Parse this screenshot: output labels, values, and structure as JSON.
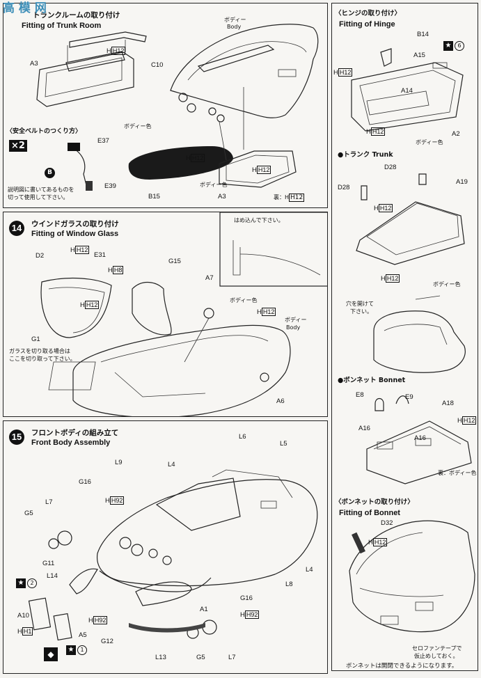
{
  "watermark": "高 模 网",
  "trunk": {
    "title_jp": "トランクルームの取り付け",
    "title_en": "Fitting of Trunk Room",
    "body_jp": "ボディー",
    "body_en": "Body",
    "belt_jp": "〈安全ベルトのつくり方〉",
    "x2": "×2",
    "b": "B",
    "note_jp1": "説明図に書いてあるものを",
    "note_jp2": "切って使用して下さい。",
    "labels": {
      "a3": "A3",
      "c10": "C10",
      "h12a": "H12",
      "e37": "E37",
      "e39": "E39",
      "b15": "B15",
      "h12b": "H12",
      "h12c": "H12",
      "bodycolor1": "ボディー色",
      "bodycolor2": "ボディー色",
      "a3b": "A3",
      "inner": "裏：",
      "h12d": "H12"
    }
  },
  "hinge": {
    "title_jp": "〈ヒンジの取り付け〉",
    "title_en": "Fitting of Hinge",
    "labels": {
      "b14": "B14",
      "a15": "A15",
      "a14": "A14",
      "h12a": "H12",
      "h12b": "H12",
      "a2": "A2",
      "bodycolor": "ボディー色",
      "star": "6"
    }
  },
  "trunkpart": {
    "title": "●トランク Trunk",
    "labels": {
      "d28a": "D28",
      "d28b": "D28",
      "a19": "A19",
      "h12a": "H12",
      "h12b": "H12",
      "bodycolor": "ボディー色"
    },
    "hole1": "穴を開けて",
    "hole2": "下さい。"
  },
  "bonnet": {
    "title": "●ボンネット Bonnet",
    "labels": {
      "e8": "E8",
      "e9": "E9",
      "a18": "A18",
      "a16a": "A16",
      "a16b": "A16",
      "h12": "H12",
      "inner": "裏：ボディー色"
    }
  },
  "window": {
    "step": "14",
    "title_jp": "ウインドガラスの取り付け",
    "title_en": "Fitting of Window Glass",
    "inset_note": "はめ込んで下さい。",
    "labels": {
      "d2": "D2",
      "h12a": "H12",
      "e31": "E31",
      "h8": "H8",
      "g15": "G15",
      "a7": "A7",
      "bodycolor": "ボディー色",
      "h12b": "H12",
      "h12c": "H12",
      "body_jp": "ボディー",
      "body_en": "Body",
      "g1": "G1",
      "a6": "A6"
    },
    "cut1": "ガラスを切り取る場合は",
    "cut2": "ここを切り取って下さい。"
  },
  "front": {
    "step": "15",
    "title_jp": "フロントボディの組み立て",
    "title_en": "Front Body Assembly",
    "labels": {
      "l6": "L6",
      "l5": "L5",
      "l9": "L9",
      "l4a": "L4",
      "l4b": "L4",
      "g16a": "G16",
      "h92a": "H92",
      "l7a": "L7",
      "g5a": "G5",
      "g11": "G11",
      "l14": "L14",
      "l8": "L8",
      "g16b": "G16",
      "h92b": "H92",
      "a1": "A1",
      "a10": "A10",
      "h1": "H1",
      "a5": "A5",
      "h92c": "H92",
      "g12": "G12",
      "l13": "L13",
      "g5b": "G5",
      "l7b": "L7",
      "star2": "2",
      "star1": "1"
    }
  },
  "fitbonnet": {
    "title_jp": "〈ボンネットの取り付け〉",
    "title_en": "Fitting of Bonnet",
    "labels": {
      "d32": "D32",
      "h12": "H12"
    },
    "tape1": "セロファンテープで",
    "tape2": "仮止めしておく。",
    "footer": "ボンネットは開閉できるようになります。"
  }
}
